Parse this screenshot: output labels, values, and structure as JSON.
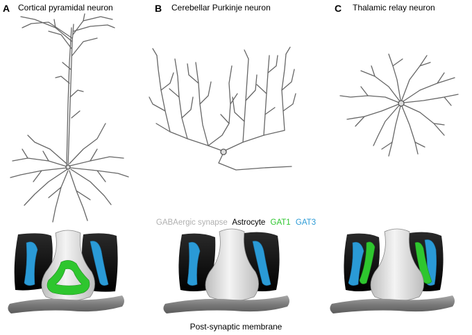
{
  "panels": [
    {
      "letter": "A",
      "title": "Cortical pyramidal neuron"
    },
    {
      "letter": "B",
      "title": "Cerebellar Purkinje neuron"
    },
    {
      "letter": "C",
      "title": "Thalamic relay neuron"
    }
  ],
  "legend": [
    {
      "label": "GABAergic synapse",
      "color": "#b0b0b0"
    },
    {
      "label": "Astrocyte",
      "color": "#000000"
    },
    {
      "label": "GAT1",
      "color": "#2ec62e"
    },
    {
      "label": "GAT3",
      "color": "#2a9ad6"
    }
  ],
  "footer": "Post-synaptic membrane",
  "colors": {
    "dendrite": "#666666",
    "astrocyte": "#000000",
    "terminal": "#dcdcdc",
    "membrane": "#7a7a7a",
    "gat1": "#2ec62e",
    "gat3": "#2a9ad6"
  }
}
